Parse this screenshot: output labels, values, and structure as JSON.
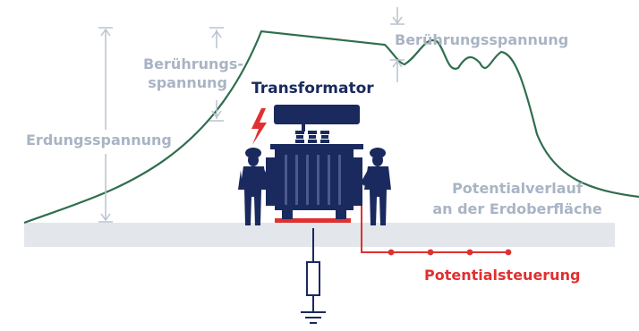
{
  "labels": {
    "transformator": "Transformator",
    "beruehrung_left_line1": "Berührungs-",
    "beruehrung_left_line2": "spannung",
    "erdungsspannung": "Erdungsspannung",
    "beruehrung_right": "Berührungsspannung",
    "potentialverlauf_line1": "Potentialverlauf",
    "potentialverlauf_line2": "an der Erdoberfläche",
    "potentialsteuerung": "Potentialsteuerung"
  },
  "colors": {
    "curve": "#2f6e4e",
    "ground": "#e3e6ea",
    "label_grey": "#a9b4c4",
    "transformer": "#1a2a5e",
    "accent_red": "#e03030",
    "dim_lines": "#b8c2cf"
  },
  "icons": [
    "lightning-icon",
    "earth-ground-icon",
    "resistor-icon",
    "person-silhouette-icon"
  ]
}
